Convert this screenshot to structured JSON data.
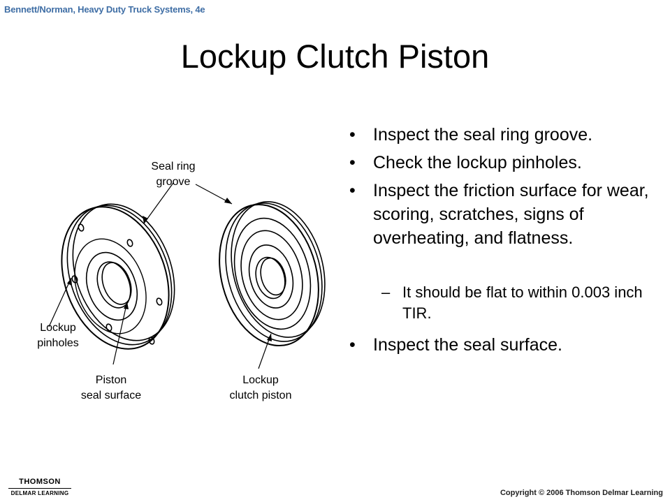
{
  "header": {
    "text": "Bennett/Norman, Heavy Duty Truck Systems, 4e",
    "color": "#3f6ea5"
  },
  "slide": {
    "title": "Lockup Clutch Piston",
    "bullets": [
      {
        "bullet": "•",
        "text": "Inspect the seal ring groove."
      },
      {
        "bullet": "•",
        "text": "Check the lockup pinholes."
      },
      {
        "bullet": "•",
        "text": "Inspect the friction surface for wear, scoring, scratches, signs of overheating, and flatness."
      }
    ],
    "sub_bullet": {
      "dash": "–",
      "text": "It should be flat to within 0.003 inch TIR."
    },
    "last_bullet": {
      "bullet": "•",
      "text": "Inspect the seal surface."
    }
  },
  "figure": {
    "labels": {
      "seal_ring_groove_1": "Seal ring",
      "seal_ring_groove_2": "groove",
      "lockup_pinholes_1": "Lockup",
      "lockup_pinholes_2": "pinholes",
      "piston_seal_1": "Piston",
      "piston_seal_2": "seal surface",
      "lockup_clutch_1": "Lockup",
      "lockup_clutch_2": "clutch piston"
    }
  },
  "footer": {
    "logo_line1": "THOMSON",
    "logo_line2": "DELMAR LEARNING",
    "copyright": "Copyright © 2006 Thomson Delmar Learning"
  }
}
